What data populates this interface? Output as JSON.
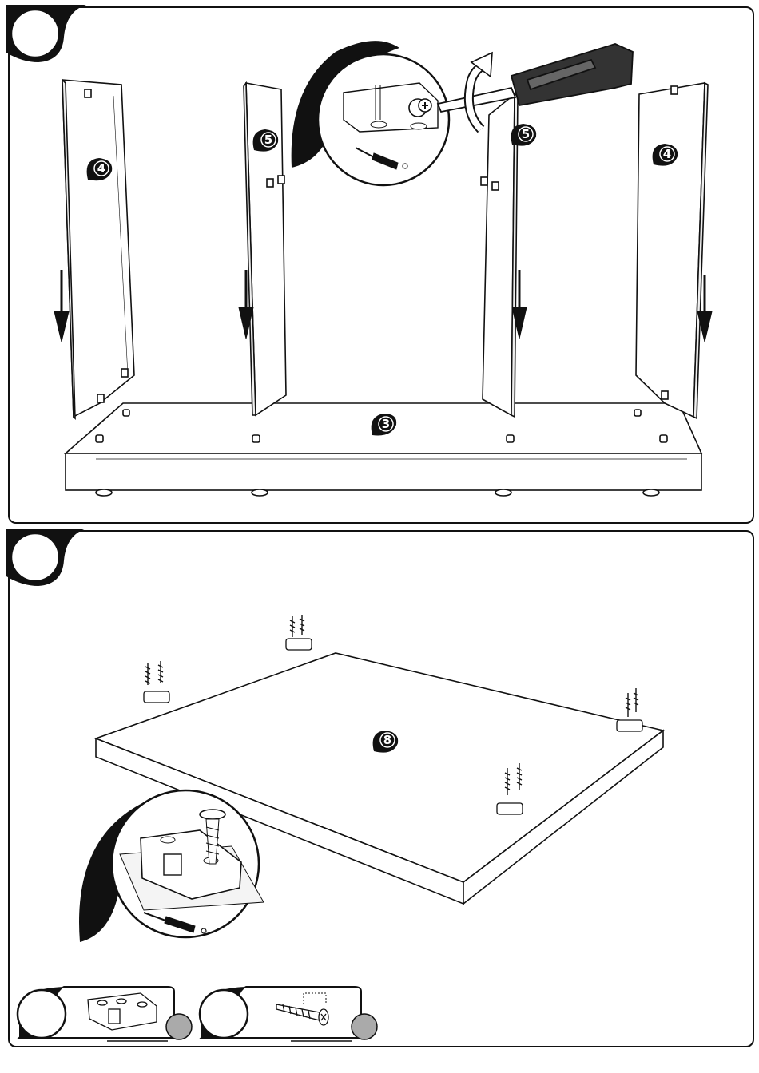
{
  "step1": {
    "labels": {
      "base": "3",
      "left_side_outer": "4",
      "right_side_outer": "4",
      "left_side_inner": "5",
      "right_side_inner": "5"
    },
    "tool_icon": "phillips-screwdriver-icon",
    "direction": "rotate-clockwise"
  },
  "step2": {
    "labels": {
      "top_panel": "8"
    },
    "tool_icon": "phillips-screwdriver-icon"
  },
  "parts": [
    {
      "name": "connector-bracket-icon"
    },
    {
      "name": "wood-screw-icon"
    }
  ]
}
